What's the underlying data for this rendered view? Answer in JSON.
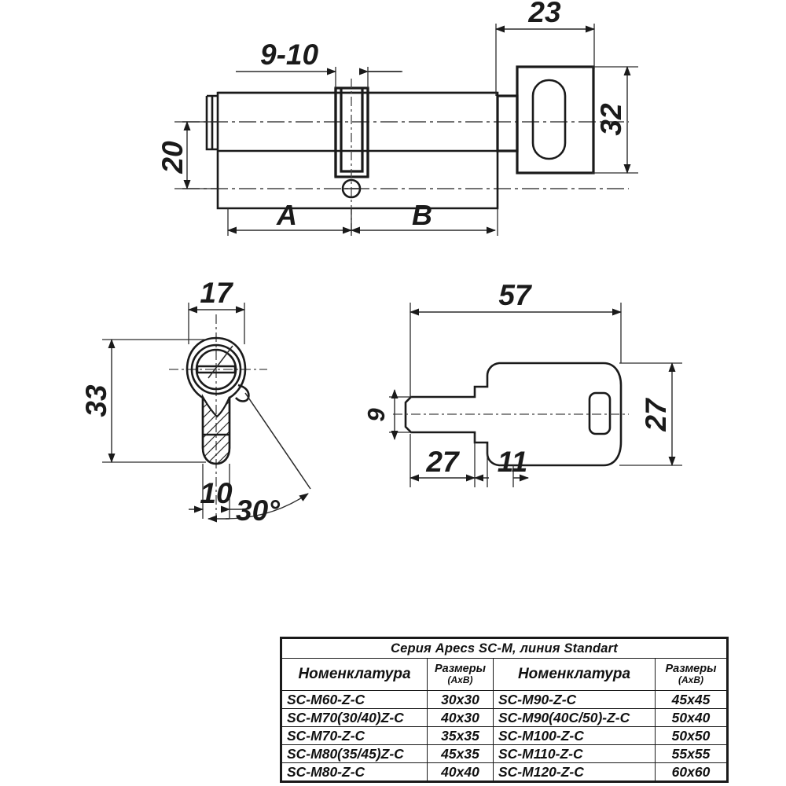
{
  "drawing": {
    "title": "Apecs SC-M cylinder mechanism technical drawing",
    "views": {
      "side_view": {
        "name": "Cylinder side view with thumbturn",
        "dimensions": {
          "cam_width": "9-10",
          "body_height": "20",
          "knob_width": "23",
          "knob_height": "32",
          "side_a": "A",
          "side_b": "B"
        }
      },
      "section_view": {
        "name": "Cylinder profile cross-section",
        "dimensions": {
          "width": "17",
          "height": "33",
          "tail_width": "10",
          "angle": "30°"
        }
      },
      "key_view": {
        "name": "Key profile view",
        "dimensions": {
          "total_length": "57",
          "blade_length": "27",
          "shoulder": "11",
          "bow_height": "27",
          "blade_thickness": "9"
        }
      }
    }
  },
  "spec_table": {
    "title": "Серия Apecs SC-M, линия Standart",
    "headers": {
      "nomenclature": "Номенклатура",
      "sizes": "Размеры",
      "sizes_sub": "(AxB)"
    },
    "rows": [
      {
        "nom_left": "SC-M60-Z-C",
        "size_left": "30x30",
        "nom_right": "SC-M90-Z-C",
        "size_right": "45x45"
      },
      {
        "nom_left": "SC-M70(30/40)Z-C",
        "size_left": "40x30",
        "nom_right": "SC-M90(40C/50)-Z-C",
        "size_right": "50x40"
      },
      {
        "nom_left": "SC-M70-Z-C",
        "size_left": "35x35",
        "nom_right": "SC-M100-Z-C",
        "size_right": "50x50"
      },
      {
        "nom_left": "SC-M80(35/45)Z-C",
        "size_left": "45x35",
        "nom_right": "SC-M110-Z-C",
        "size_right": "55x55"
      },
      {
        "nom_left": "SC-M80-Z-C",
        "size_left": "40x40",
        "nom_right": "SC-M120-Z-C",
        "size_right": "60x60"
      }
    ]
  },
  "colors": {
    "line": "#1a1a1a",
    "thin_line": "#2b2b2b",
    "background": "#ffffff"
  }
}
